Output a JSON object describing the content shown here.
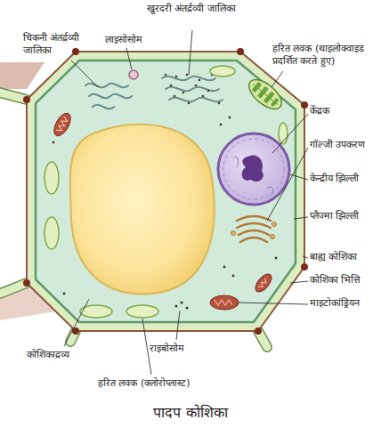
{
  "diagram": {
    "caption": "पादप कोशिका",
    "labels": [
      "खुरदरी अंतर्द्रव्यी जालिका",
      "लाइसोसोम",
      "चिकनी अंतर्द्रव्यी जालिका",
      "हरित लवक (थाइलोक्वाइड प्रदर्शित करते हुए)",
      "केंद्रक",
      "गॉल्जी उपकरण",
      "केन्द्रीय झिल्ली",
      "प्लैज्मा झिल्ली",
      "बाह्य कोशिका",
      "कोशिका भित्ति",
      "माइटोकांड्रियन",
      "राइबोसोम",
      "कोशिकाद्रव्य",
      "हरित लवक (क्लोरोप्लास्ट)"
    ]
  }
}
